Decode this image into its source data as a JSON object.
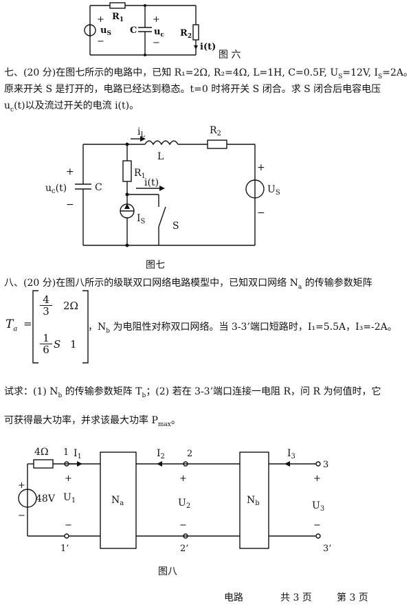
{
  "fig6": {
    "R1": "R",
    "R1sub": "1",
    "C": "C",
    "uc": "u",
    "ucsub": "c",
    "R2": "R",
    "R2sub": "2",
    "it": "i(t)",
    "us": "u",
    "ussub": "S",
    "plus": "+",
    "minus": "−",
    "caption": "图 六"
  },
  "q7": {
    "line1": "七、(20 分)在图七所示的电路中，已知 R₁=2Ω, R₂=4Ω, L=1H, C=0.5F, U",
    "line1b": "=12V, I",
    "line1c": "=2A。",
    "line2": "原来开关 S 是打开的，电路已经达到稳态。t=0 时将开关 S 闭合。求 S 闭合后电容电压",
    "line3": "u",
    "line3b": "(t)以及流过开关的电流 i(t)。",
    "subS": "S",
    "subc": "c"
  },
  "fig7": {
    "iL": "i",
    "iLsub": "L",
    "L": "L",
    "R2": "R",
    "R2sub": "2",
    "R1": "R",
    "R1sub": "1",
    "it": "i(t)",
    "uc": "u",
    "ucsub": "c",
    "ucrest": "(t)",
    "C": "C",
    "Is": "I",
    "Issub": "S",
    "S": "S",
    "Us": "U",
    "Ussub": "S",
    "plus": "+",
    "minus": "−",
    "caption": "图七"
  },
  "q8": {
    "line1": "八、(20 分)在图八所示的级联双口网络电路模型中，已知双口网络 N",
    "line1sub": "a",
    "line1b": " 的传输参数矩阵",
    "Ta": "T",
    "Tasub": "a",
    "eq": "=",
    "m11num": "4",
    "m11den": "3",
    "m12": "2Ω",
    "m21num": "1",
    "m21den": "6",
    "m21unit": "S",
    "m22": "1",
    "after": "，N",
    "afterSub": "b",
    "after2": " 为电阻性对称双口网络。当 3-3’端口短路时，I₁=5.5A，I₃=-2A。",
    "ask": "试求：(1) N",
    "askSub": "b",
    "ask2": " 的传输参数矩阵 T",
    "ask2Sub": "b",
    "ask3": "；(2) 若在 3-3’端口连接一电阻 R，问 R 为何值时，它",
    "ask4": "可获得最大功率，并求该最大功率 P",
    "ask4Sub": "max",
    "ask5": "。"
  },
  "fig8": {
    "R": "4Ω",
    "src": "48V",
    "n1": "1",
    "I1": "I",
    "I1sub": "1",
    "U1": "U",
    "U1sub": "1",
    "Na": "N",
    "Nasub": "a",
    "I2": "I",
    "I2sub": "2",
    "n2": "2",
    "U2": "U",
    "U2sub": "2",
    "Nb": "N",
    "Nbsub": "b",
    "I3": "I",
    "I3sub": "3",
    "n3": "3",
    "U3": "U",
    "U3sub": "3",
    "n1p": "1’",
    "n2p": "2’",
    "n3p": "3’",
    "plus": "+",
    "minus": "−",
    "caption": "图八"
  },
  "footer": {
    "subject": "电路",
    "total": "共 3 页",
    "page": "第 3 页"
  }
}
